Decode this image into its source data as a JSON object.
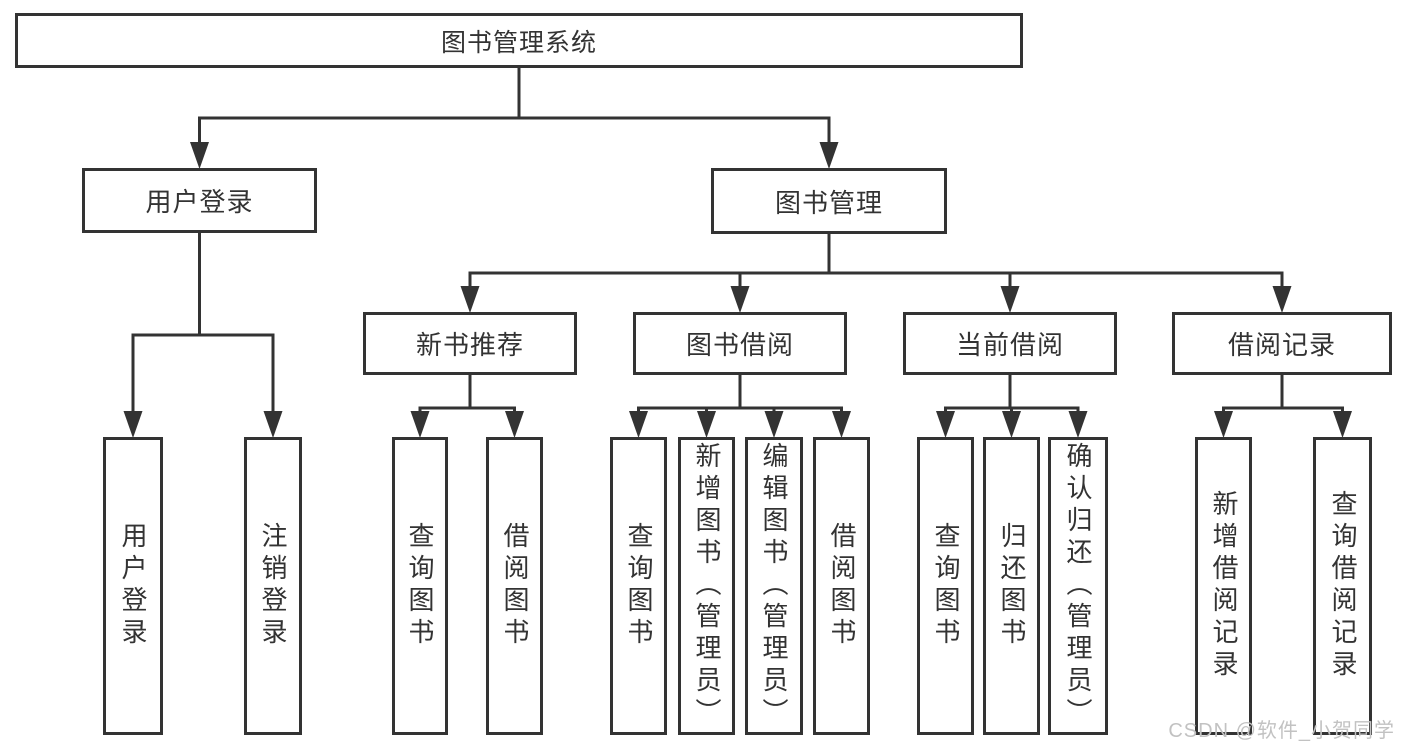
{
  "colors": {
    "line": "#333333",
    "text": "#333333",
    "background": "#ffffff",
    "watermark_color": "#c2c2c2"
  },
  "watermark": {
    "text": "CSDN @软件_小贺同学"
  },
  "diagram": {
    "type": "hierarchy-tree",
    "nodes": [
      {
        "id": "root",
        "label": "图书管理系统",
        "parent": null,
        "text_direction": "horizontal"
      },
      {
        "id": "auth",
        "label": "用户登录",
        "parent": "root",
        "text_direction": "horizontal"
      },
      {
        "id": "mgmt",
        "label": "图书管理",
        "parent": "root",
        "text_direction": "horizontal"
      },
      {
        "id": "rec",
        "label": "新书推荐",
        "parent": "mgmt",
        "text_direction": "horizontal"
      },
      {
        "id": "borrow",
        "label": "图书借阅",
        "parent": "mgmt",
        "text_direction": "horizontal"
      },
      {
        "id": "current",
        "label": "当前借阅",
        "parent": "mgmt",
        "text_direction": "horizontal"
      },
      {
        "id": "records",
        "label": "借阅记录",
        "parent": "mgmt",
        "text_direction": "horizontal"
      },
      {
        "id": "login",
        "label": "用户登录",
        "parent": "auth",
        "text_direction": "vertical"
      },
      {
        "id": "logout",
        "label": "注销登录",
        "parent": "auth",
        "text_direction": "vertical"
      },
      {
        "id": "rec-query",
        "label": "查询图书",
        "parent": "rec",
        "text_direction": "vertical"
      },
      {
        "id": "rec-borrow",
        "label": "借阅图书",
        "parent": "rec",
        "text_direction": "vertical"
      },
      {
        "id": "bor-query",
        "label": "查询图书",
        "parent": "borrow",
        "text_direction": "vertical"
      },
      {
        "id": "bor-add",
        "label": "新增图书（管理员）",
        "parent": "borrow",
        "text_direction": "vertical"
      },
      {
        "id": "bor-edit",
        "label": "编辑图书（管理员）",
        "parent": "borrow",
        "text_direction": "vertical"
      },
      {
        "id": "bor-lend",
        "label": "借阅图书",
        "parent": "borrow",
        "text_direction": "vertical"
      },
      {
        "id": "cur-query",
        "label": "查询图书",
        "parent": "current",
        "text_direction": "vertical"
      },
      {
        "id": "cur-return",
        "label": "归还图书",
        "parent": "current",
        "text_direction": "vertical"
      },
      {
        "id": "cur-confirm",
        "label": "确认归还（管理员）",
        "parent": "current",
        "text_direction": "vertical"
      },
      {
        "id": "rcd-add",
        "label": "新增借阅记录",
        "parent": "records",
        "text_direction": "vertical"
      },
      {
        "id": "rcd-query",
        "label": "查询借阅记录",
        "parent": "records",
        "text_direction": "vertical"
      }
    ]
  }
}
